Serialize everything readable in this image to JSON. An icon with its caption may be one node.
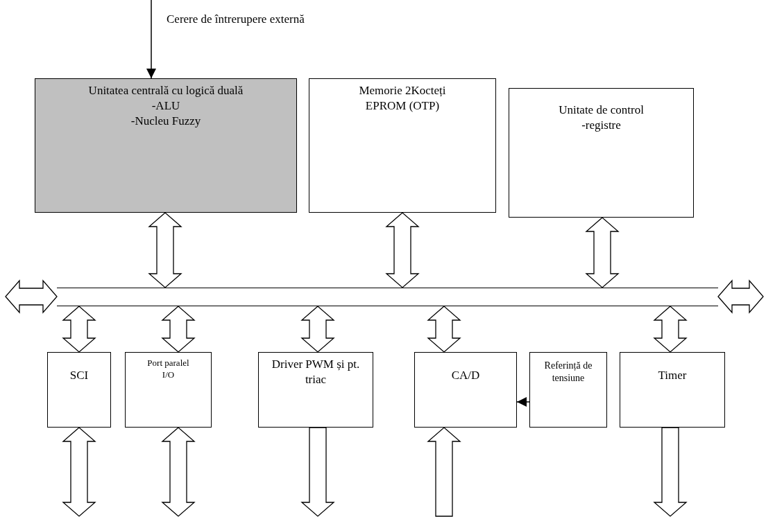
{
  "diagram": {
    "nodes": [
      {
        "text": [
          "Unitatea centrală cu logică duală",
          "-ALU",
          "-Nucleu Fuzzy"
        ]
      },
      {
        "text": [
          "Memorie 2Kocteți EPROM (OTP)"
        ]
      },
      {
        "text": [
          "Unitate de control",
          "-registre"
        ]
      },
      {
        "text": [],
        "shape": "bar"
      },
      {
        "text": [
          "SCI"
        ]
      },
      {
        "text": [
          "Port paralel I/O"
        ]
      },
      {
        "text": [
          "Driver PWM și pt. triac"
        ]
      },
      {
        "text": [
          "CA/D"
        ]
      },
      {
        "text": [
          "Referință de tensiune"
        ]
      },
      {
        "text": [
          "Timer"
        ]
      }
    ],
    "edges": [
      {
        "from": null,
        "to": 0,
        "arrow": "to",
        "label": "Cerere de întrerupere externă"
      },
      {
        "from": 0,
        "to": 3,
        "arrow": "both",
        "style": "thick"
      },
      {
        "from": 1,
        "to": 3,
        "arrow": "both",
        "style": "thick"
      },
      {
        "from": 2,
        "to": 3,
        "arrow": "both",
        "style": "thick"
      },
      {
        "from": null,
        "to": 3,
        "arrow": "both",
        "style": "thick"
      },
      {
        "from": 3,
        "to": null,
        "arrow": "both",
        "style": "thick"
      },
      {
        "from": 3,
        "to": 4,
        "arrow": "both",
        "style": "thick"
      },
      {
        "from": 3,
        "to": 5,
        "arrow": "both",
        "style": "thick"
      },
      {
        "from": 3,
        "to": 6,
        "arrow": "both",
        "style": "thick"
      },
      {
        "from": 3,
        "to": 7,
        "arrow": "both",
        "style": "thick"
      },
      {
        "from": 3,
        "to": 9,
        "arrow": "both",
        "style": "thick"
      },
      {
        "from": 4,
        "to": null,
        "arrow": "both",
        "style": "thick"
      },
      {
        "from": 5,
        "to": null,
        "arrow": "both",
        "style": "thick"
      },
      {
        "from": 6,
        "to": null,
        "arrow": "to",
        "style": "thick"
      },
      {
        "from": null,
        "to": 7,
        "arrow": "to",
        "style": "thick"
      },
      {
        "from": 9,
        "to": null,
        "arrow": "to",
        "style": "thick"
      },
      {
        "from": 8,
        "to": 7,
        "arrow": "to"
      }
    ]
  }
}
